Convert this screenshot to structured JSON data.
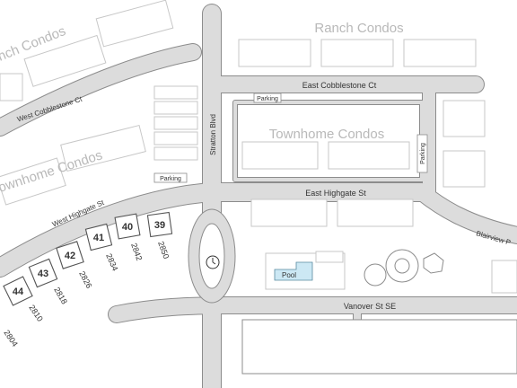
{
  "areas": {
    "ranch_condos_top": "Ranch Condos",
    "ranch_condos_left": "nch Condos",
    "townhome_condos_center": "Townhome Condos",
    "townhome_condos_left": "ownhome Condos"
  },
  "streets": {
    "east_cobblestone": "East Cobblestone Ct",
    "west_cobblestone": "West Cobblestone Ct",
    "stratton": "Stratton Blvd",
    "east_highgate": "East Highgate St",
    "west_highgate": "West Highgate St",
    "vanover": "Vanover St SE",
    "blairview": "Blairview P"
  },
  "parking": [
    "Parking",
    "Parking",
    "Parking"
  ],
  "amenities": {
    "pool": "Pool",
    "clock": "clock-icon"
  },
  "lots": [
    {
      "number": "39",
      "address": "2850"
    },
    {
      "number": "40",
      "address": "2842"
    },
    {
      "number": "41",
      "address": "2834"
    },
    {
      "number": "42",
      "address": "2826"
    },
    {
      "number": "43",
      "address": "2818"
    },
    {
      "number": "44",
      "address": "2810"
    },
    {
      "number": "",
      "address": "2804"
    }
  ],
  "colors": {
    "road": "#dcdcdc",
    "road_edge": "#8c8c8c",
    "building": "#c7c7c7",
    "pool": "#cce8f4",
    "label": "#b9b9b9"
  }
}
